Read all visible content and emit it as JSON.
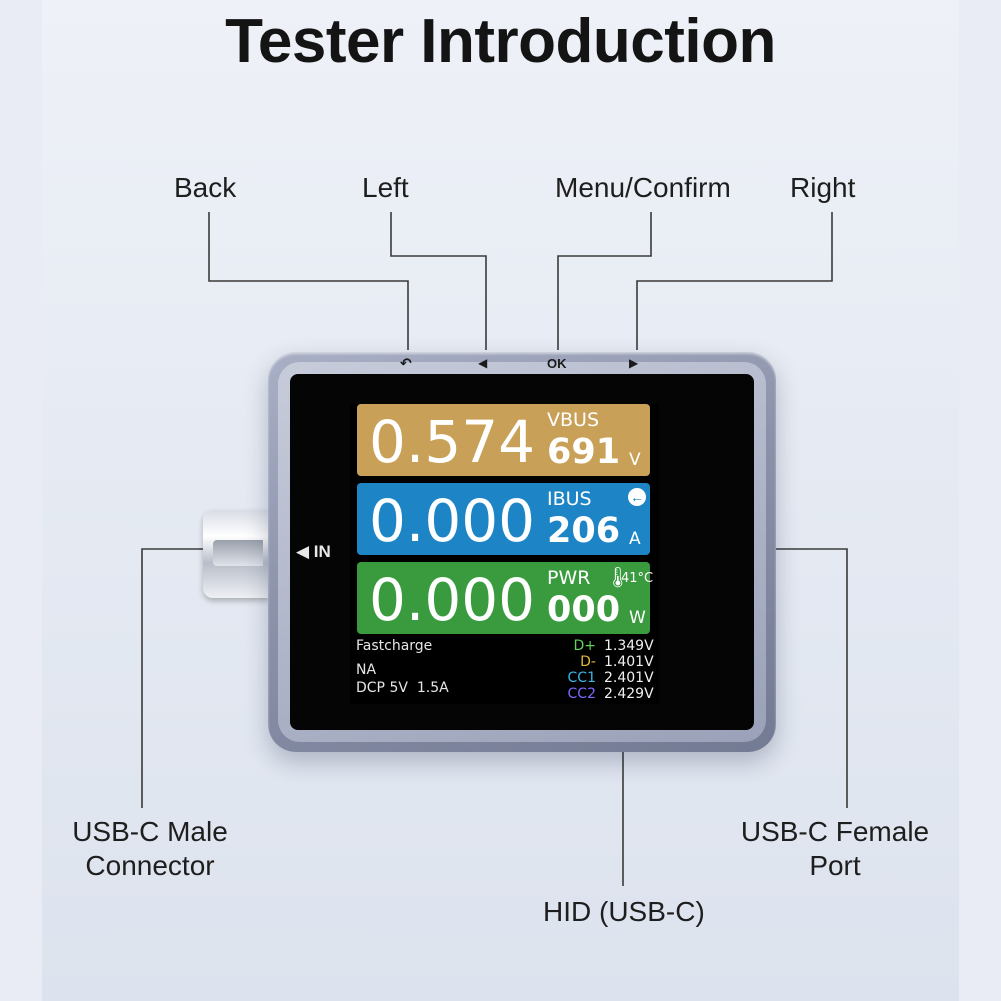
{
  "title": "Tester Introduction",
  "callouts": {
    "back": "Back",
    "left": "Left",
    "menu_confirm": "Menu/Confirm",
    "right": "Right",
    "usb_male_line1": "USB-C Male",
    "usb_male_line2": "Connector",
    "usb_female_line1": "USB-C Female",
    "usb_female_line2": "Port",
    "hid": "HID (USB-C)"
  },
  "device": {
    "buttons": {
      "back_icon": "back-arrow-icon",
      "left_icon": "left-triangle-icon",
      "ok_label": "OK",
      "right_icon": "right-triangle-icon"
    },
    "in_label": "◀ IN",
    "screen": {
      "vbus": {
        "value": "0.574",
        "label": "VBUS",
        "secondary": "691",
        "unit": "V",
        "color": "#c8a058"
      },
      "ibus": {
        "value": "0.000",
        "label": "IBUS",
        "secondary": "206",
        "unit": "A",
        "color": "#1d84c6",
        "icon": "arrow-left-circle-icon"
      },
      "pwr": {
        "value": "0.000",
        "label": "PWR",
        "secondary": "000",
        "unit": "W",
        "color": "#3a9a3e",
        "icon": "thermometer-icon",
        "temperature": "41°C"
      },
      "fastcharge_label": "Fastcharge",
      "protocol": "NA",
      "mode": "DCP 5V  1.5A",
      "readings": [
        {
          "label": "D+",
          "value": "1.349V",
          "color": "#5fd35a"
        },
        {
          "label": "D-",
          "value": "1.401V",
          "color": "#e0b93a"
        },
        {
          "label": "CC1",
          "value": "2.401V",
          "color": "#39b7e6"
        },
        {
          "label": "CC2",
          "value": "2.429V",
          "color": "#7a6bff"
        }
      ]
    }
  }
}
